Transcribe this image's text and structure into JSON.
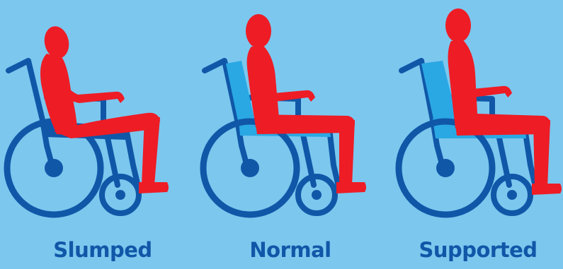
{
  "background_color": "#7cc7ee",
  "colors": {
    "figure": "#ee1c25",
    "chair_frame": "#1057a8",
    "chair_seat": "#2aa8e4",
    "label": "#1057a8"
  },
  "postures": [
    {
      "label": "Slumped",
      "icon": "slumped-posture-in-wheelchair"
    },
    {
      "label": "Normal",
      "icon": "normal-posture-in-wheelchair"
    },
    {
      "label": "Supported",
      "icon": "supported-posture-in-wheelchair"
    }
  ]
}
